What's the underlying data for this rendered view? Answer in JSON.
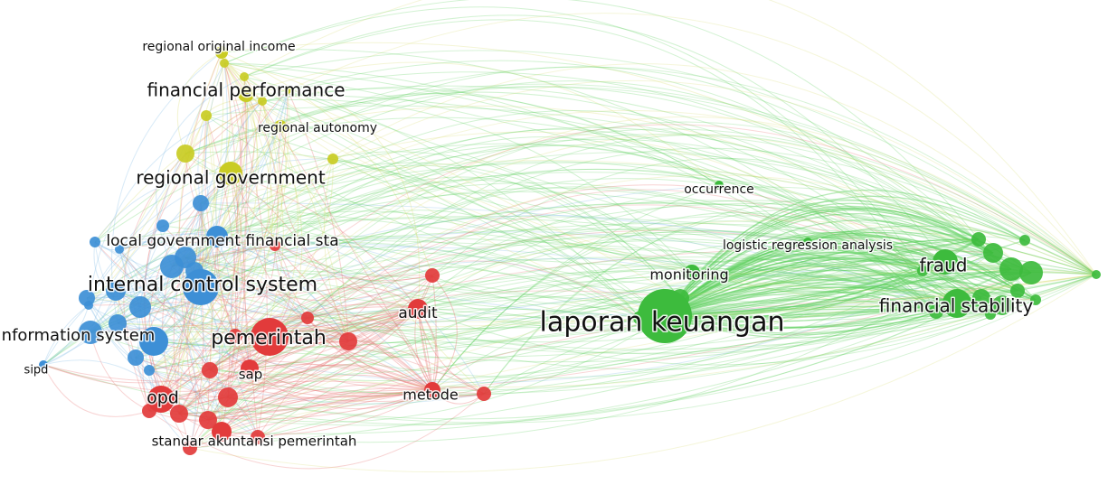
{
  "clusters": {
    "red": {
      "color": "#e23b3b",
      "edge": "#e87070"
    },
    "green": {
      "color": "#3dbb3d",
      "edge": "#5fd05f"
    },
    "blue": {
      "color": "#3d8fd6",
      "edge": "#7fb8e6"
    },
    "yellow": {
      "color": "#c9cc24",
      "edge": "#d8db6a"
    }
  },
  "nodes": [
    {
      "id": "regional-original-income",
      "label": "regional original income",
      "cluster": "yellow",
      "weight": 2
    },
    {
      "id": "financial-performance",
      "label": "financial performance",
      "cluster": "yellow",
      "weight": 5
    },
    {
      "id": "regional-autonomy",
      "label": "regional autonomy",
      "cluster": "yellow",
      "weight": 2
    },
    {
      "id": "regional-government",
      "label": "regional government",
      "cluster": "yellow",
      "weight": 5
    },
    {
      "id": "local-government-financial-sta",
      "label": "local government financial sta",
      "cluster": "blue",
      "weight": 3
    },
    {
      "id": "internal-control-system",
      "label": "internal control system",
      "cluster": "blue",
      "weight": 8
    },
    {
      "id": "information-system",
      "label": "information system",
      "cluster": "blue",
      "weight": 6
    },
    {
      "id": "sipd",
      "label": "sipd",
      "cluster": "blue",
      "weight": 1
    },
    {
      "id": "pemerintah",
      "label": "pemerintah",
      "cluster": "red",
      "weight": 8
    },
    {
      "id": "audit",
      "label": "audit",
      "cluster": "red",
      "weight": 4
    },
    {
      "id": "sap",
      "label": "sap",
      "cluster": "red",
      "weight": 3
    },
    {
      "id": "opd",
      "label": "opd",
      "cluster": "red",
      "weight": 5
    },
    {
      "id": "metode",
      "label": "metode",
      "cluster": "red",
      "weight": 3
    },
    {
      "id": "standar-akuntansi-pemerintah",
      "label": "standar akuntansi pemerintah",
      "cluster": "red",
      "weight": 3
    },
    {
      "id": "laporan-keuangan",
      "label": "laporan keuangan",
      "cluster": "green",
      "weight": 10
    },
    {
      "id": "monitoring",
      "label": "monitoring",
      "cluster": "green",
      "weight": 2
    },
    {
      "id": "occurrence",
      "label": "occurrence",
      "cluster": "green",
      "weight": 1
    },
    {
      "id": "logistic-regression-analysis",
      "label": "logistic regression analysis",
      "cluster": "green",
      "weight": 2
    },
    {
      "id": "fraud",
      "label": "fraud",
      "cluster": "green",
      "weight": 5
    },
    {
      "id": "financial-stability",
      "label": "financial stability",
      "cluster": "green",
      "weight": 5
    }
  ]
}
